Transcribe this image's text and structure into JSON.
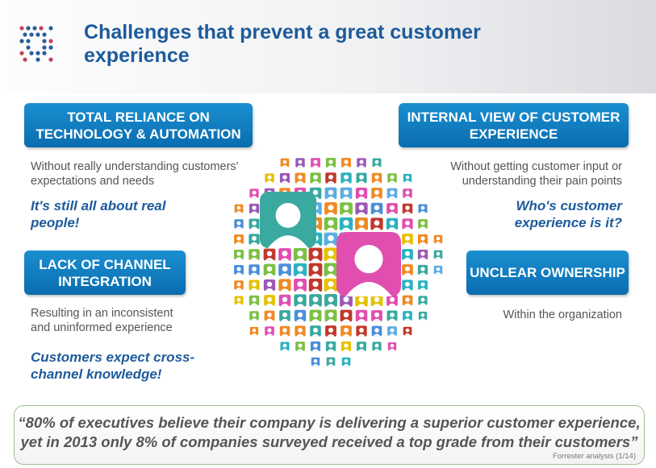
{
  "title": "Challenges that prevent a great customer experience",
  "panels": [
    {
      "heading": "TOTAL RELIANCE ON TECHNOLOGY & AUTOMATION",
      "description": "Without really understanding customers' expectations and needs",
      "emphasis": "It's still all about real people!"
    },
    {
      "heading": "INTERNAL VIEW OF CUSTOMER EXPERIENCE",
      "description": "Without getting customer input or understanding their pain points",
      "emphasis": "Who's customer experience is it?"
    },
    {
      "heading": "LACK OF CHANNEL INTEGRATION",
      "description": "Resulting in an inconsistent and uninformed experience",
      "emphasis": "Customers expect cross-channel knowledge!"
    },
    {
      "heading": "UNCLEAR OWNERSHIP",
      "description": "Within the organization",
      "emphasis": ""
    }
  ],
  "quote": {
    "text": "“80% of executives believe their company is delivering a superior customer experience, yet in 2013 only 8% of companies surveyed received a top grade from their customers”",
    "source": "Forrester analysis (1/14)"
  },
  "colors": {
    "accent": "#1d5b9b",
    "box": "#0a7fc1",
    "logo_red": "#c8415a"
  }
}
